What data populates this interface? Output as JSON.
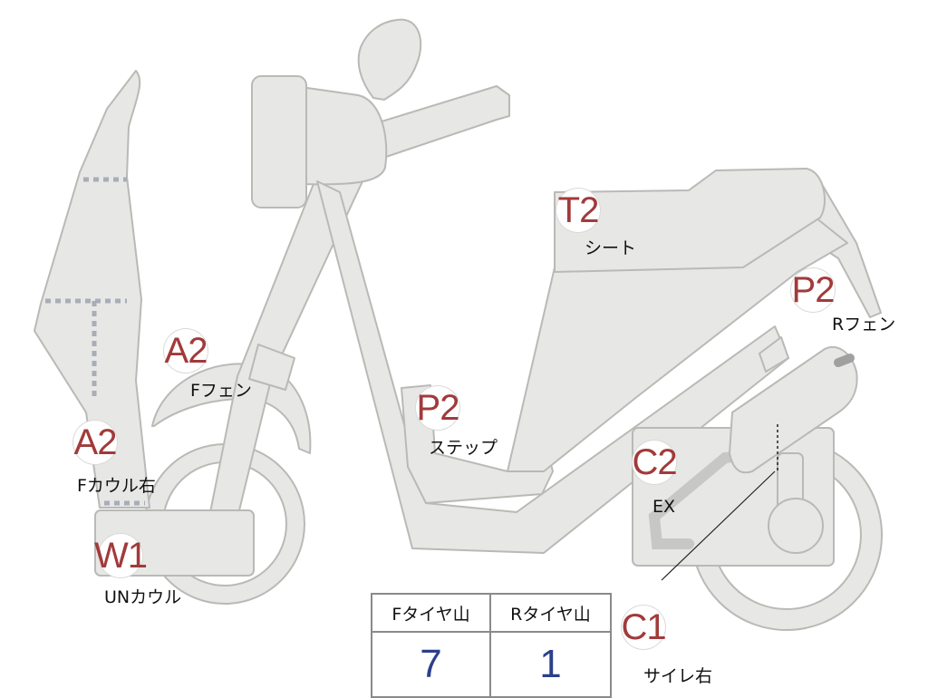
{
  "markers": {
    "t2_seat": {
      "code": "T2",
      "label": "シート"
    },
    "p2_rear_fender": {
      "code": "P2",
      "label": "Rフェン"
    },
    "a2_front_fender": {
      "code": "A2",
      "label": "Fフェン"
    },
    "p2_step": {
      "code": "P2",
      "label": "ステップ"
    },
    "c2_exhaust": {
      "code": "C2",
      "label": "EX"
    },
    "a2_front_cowl_right": {
      "code": "A2",
      "label": "Fカウル右"
    },
    "w1_under_cowl": {
      "code": "W1",
      "label": "UNカウル"
    },
    "c1_muffler_right": {
      "code": "C1",
      "label": "サイレ右"
    }
  },
  "tread_table": {
    "front_header": "Fタイヤ山",
    "rear_header": "Rタイヤ山",
    "front_value": "7",
    "rear_value": "1"
  },
  "colors": {
    "part_fill": "#e7e7e5",
    "part_outline": "#b9b9b6",
    "code_text": "#a23a3a",
    "value_text": "#2c3f8c",
    "dashed_line": "#a9adb9"
  }
}
